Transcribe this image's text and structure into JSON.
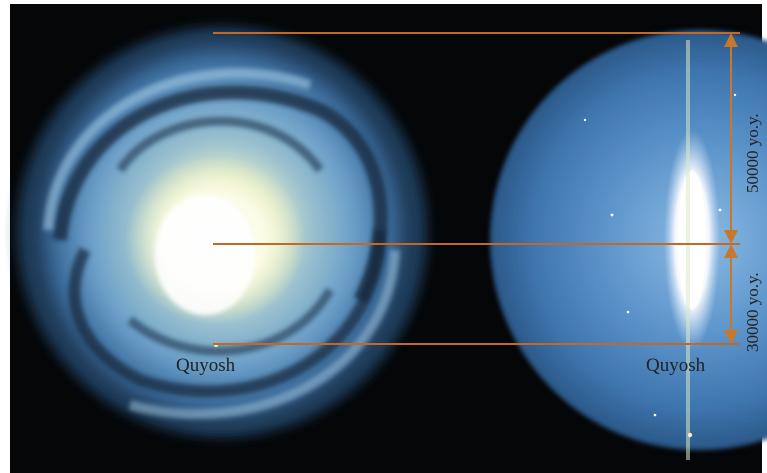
{
  "labels": {
    "sun_left": "Quyosh",
    "sun_right": "Quyosh",
    "measure_upper": "50000 yo.y.",
    "measure_lower": "30000 yo.y."
  },
  "colors": {
    "background": "#050608",
    "line": "#c2692a",
    "arrow": "#c9772d",
    "halo": "#4a86c4",
    "disk_arm": "#8fb7d6",
    "core": "#fbfbf0",
    "label": "#222222"
  }
}
